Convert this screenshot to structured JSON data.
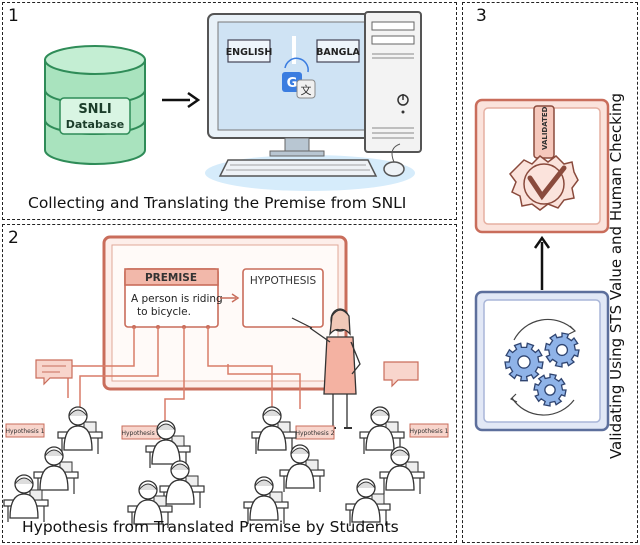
{
  "panel1": {
    "number": "1",
    "database_label_line1": "SNLI",
    "database_label_line2": "Database",
    "lang_left": "ENGLISH",
    "lang_right": "BANGLA",
    "caption": "Collecting and Translating the Premise from SNLI"
  },
  "panel2": {
    "number": "2",
    "premise_title": "PREMISE",
    "premise_line1": "A person is riding",
    "premise_line2": "to bicycle.",
    "hypothesis_title": "HYPOTHESIS",
    "tags": [
      "Hypothesis 1",
      "Hypothesis 2",
      "Hypothesis 2",
      "Hypothesis 1"
    ],
    "caption": "Hypothesis from Translated Premise by Students"
  },
  "panel3": {
    "number": "3",
    "stamp_text": "VALIDATED",
    "caption": "Validating Using STS Value and Human Checking"
  },
  "colors": {
    "salmon": "#e9a090",
    "salmon_dark": "#c96d5b",
    "db_green": "#a9e3be",
    "screen_blue": "#cfe3f4",
    "gear_blue": "#8fb3e8"
  }
}
